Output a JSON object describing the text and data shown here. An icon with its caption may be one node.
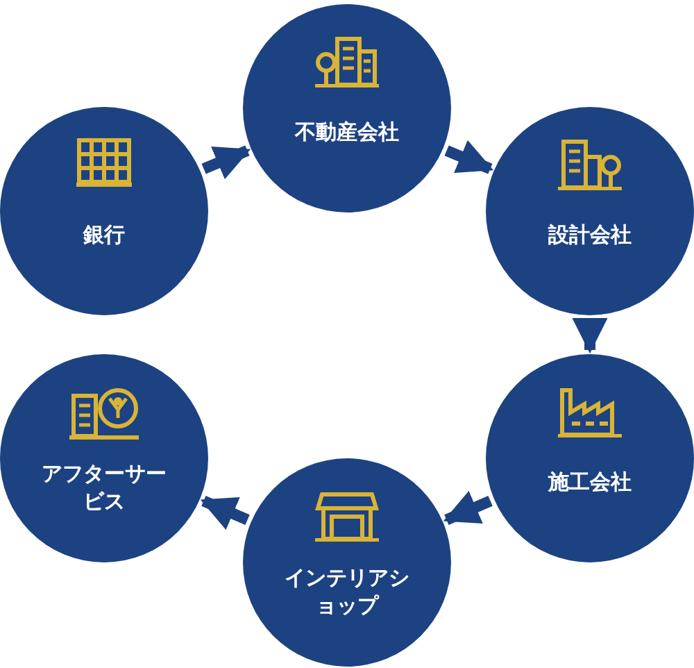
{
  "diagram": {
    "nodes": [
      {
        "text": [
          "銀行"
        ]
      },
      {
        "text": [
          "不動産会社"
        ]
      },
      {
        "text": [
          "設計会社"
        ]
      },
      {
        "text": [
          "施工会社"
        ]
      },
      {
        "text": [
          "インテリアショップ"
        ]
      },
      {
        "text": [
          "アフターサービス"
        ]
      }
    ],
    "edges": [
      {
        "from": 0,
        "to": 1,
        "arrow": "to"
      },
      {
        "from": 1,
        "to": 2,
        "arrow": "to"
      },
      {
        "from": 2,
        "to": 3,
        "arrow": "to"
      },
      {
        "from": 3,
        "to": 4,
        "arrow": "to"
      },
      {
        "from": 4,
        "to": 5,
        "arrow": "to"
      }
    ]
  }
}
